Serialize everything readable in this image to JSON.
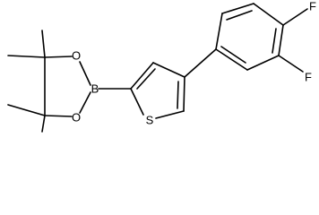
{
  "molecule": {
    "atoms": {
      "boron": "B",
      "oxygen_top": "O",
      "oxygen_bottom": "O",
      "sulfur": "S",
      "fluorine_top": "F",
      "fluorine_bottom": "F"
    }
  }
}
